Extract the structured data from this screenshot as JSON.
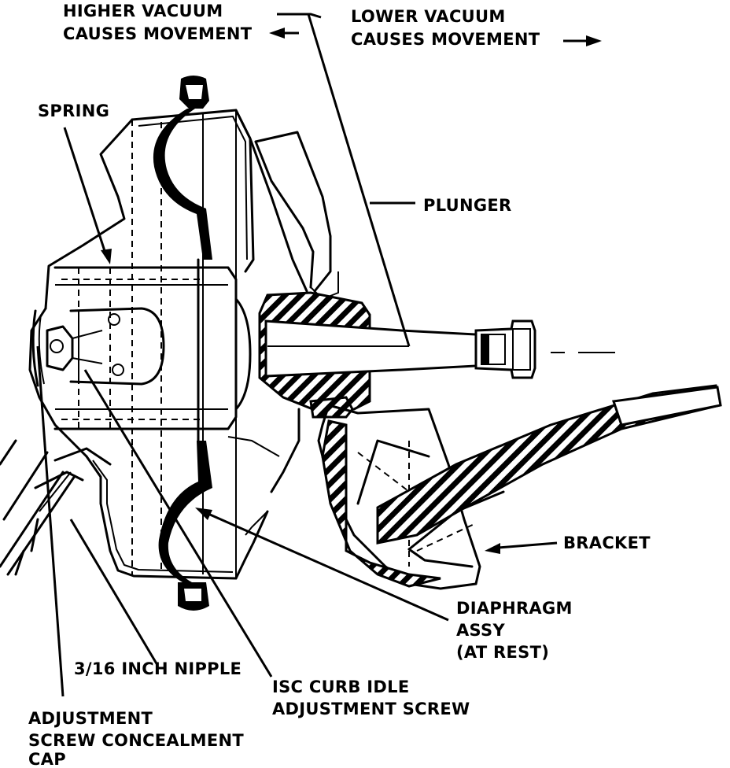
{
  "labels": {
    "higher_vacuum_line1": "HIGHER VACUUM",
    "higher_vacuum_line2": "CAUSES MOVEMENT",
    "lower_vacuum_line1": "LOWER VACUUM",
    "lower_vacuum_line2": "CAUSES MOVEMENT",
    "spring": "SPRING",
    "plunger": "PLUNGER",
    "bracket": "BRACKET",
    "diaphragm_line1": "DIAPHRAGM",
    "diaphragm_line2": "ASSY",
    "diaphragm_line3": "(AT REST)",
    "nipple": "3/16 INCH NIPPLE",
    "isc_line1": "ISC CURB IDLE",
    "isc_line2": "ADJUSTMENT SCREW",
    "adj_cap_line1": "ADJUSTMENT",
    "adj_cap_line2": "SCREW CONCEALMENT",
    "adj_cap_line3": "CAP"
  },
  "colors": {
    "ink": "#000000",
    "paper": "#ffffff"
  }
}
